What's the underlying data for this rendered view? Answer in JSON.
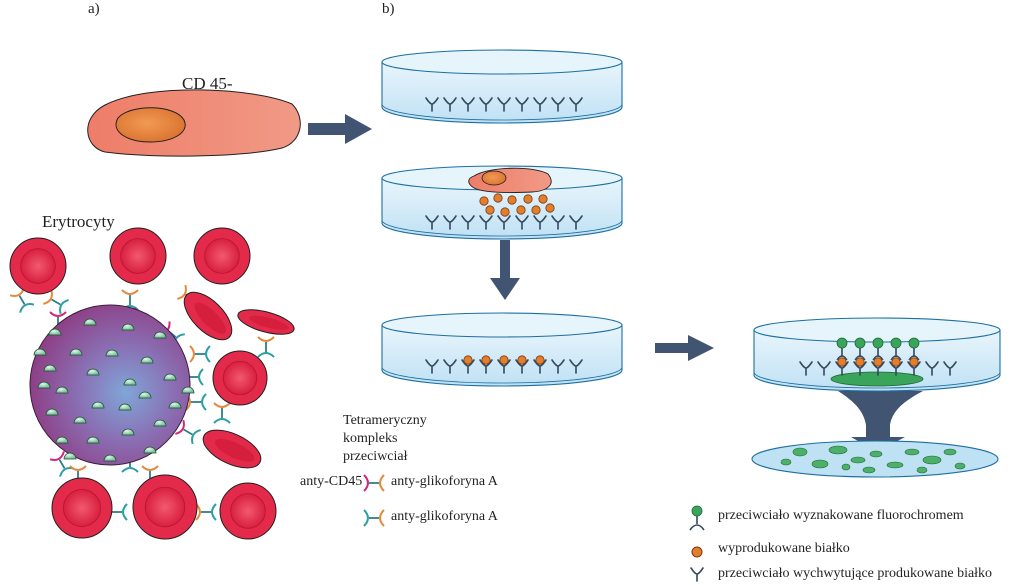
{
  "panels": {
    "a": "a)",
    "b": "b)"
  },
  "cell_label": "CD 45-",
  "erythrocytes_label": "Erytrocyty",
  "complex": {
    "title_lines": [
      "Tetrameryczny",
      "kompleks",
      "przeciwciał"
    ],
    "anti_cd45": "anty-CD45",
    "glyco_1": "anty-glikoforyna A",
    "glyco_2": "anty-glikoforyna A"
  },
  "legend": {
    "fluoro": "przeciwciało wyznakowane fluorochromem",
    "protein": "wyprodukowane białko",
    "capture": "przeciwciało wychwytujące produkowane białko"
  },
  "colors": {
    "dish_fill": "#cde9f7",
    "dish_stroke": "#1d6fa3",
    "rbc": "#e42a4b",
    "cell": "#ee7f6a",
    "nucleus": "#e8873a",
    "sphere": "#8c4a8e",
    "antibody": "#34485f",
    "green": "#3aa45b",
    "arrow": "#415471"
  }
}
